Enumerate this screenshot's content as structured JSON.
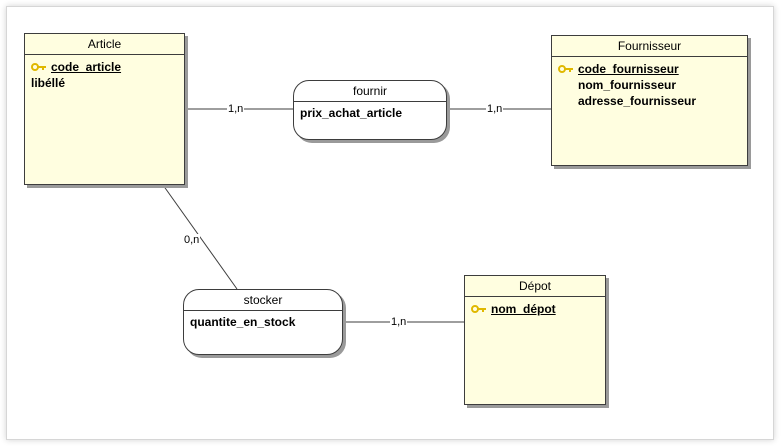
{
  "entities": {
    "article": {
      "name": "Article",
      "attributes": [
        {
          "label": "code_article",
          "identifier": true
        },
        {
          "label": "libéllé",
          "identifier": false
        }
      ]
    },
    "fournisseur": {
      "name": "Fournisseur",
      "attributes": [
        {
          "label": "code_fournisseur",
          "identifier": true
        },
        {
          "label": "nom_fournisseur",
          "identifier": false
        },
        {
          "label": "adresse_fournisseur",
          "identifier": false
        }
      ]
    },
    "depot": {
      "name": "Dépot",
      "attributes": [
        {
          "label": "nom_dépot",
          "identifier": true
        }
      ]
    }
  },
  "relations": {
    "fournir": {
      "name": "fournir",
      "attributes": [
        "prix_achat_article"
      ]
    },
    "stocker": {
      "name": "stocker",
      "attributes": [
        "quantite_en_stock"
      ]
    }
  },
  "cardinalities": {
    "article_fournir": "1,n",
    "fournisseur_fournir": "1,n",
    "article_stocker": "0,n",
    "depot_stocker": "1,n"
  },
  "colors": {
    "entity_fill": "#fffee0",
    "relation_fill": "#ffffff",
    "stroke": "#3d3d3d",
    "shadow": "#9a9a9a",
    "key_icon": "#e0b800"
  },
  "icons": {
    "identifier": "key-icon"
  }
}
